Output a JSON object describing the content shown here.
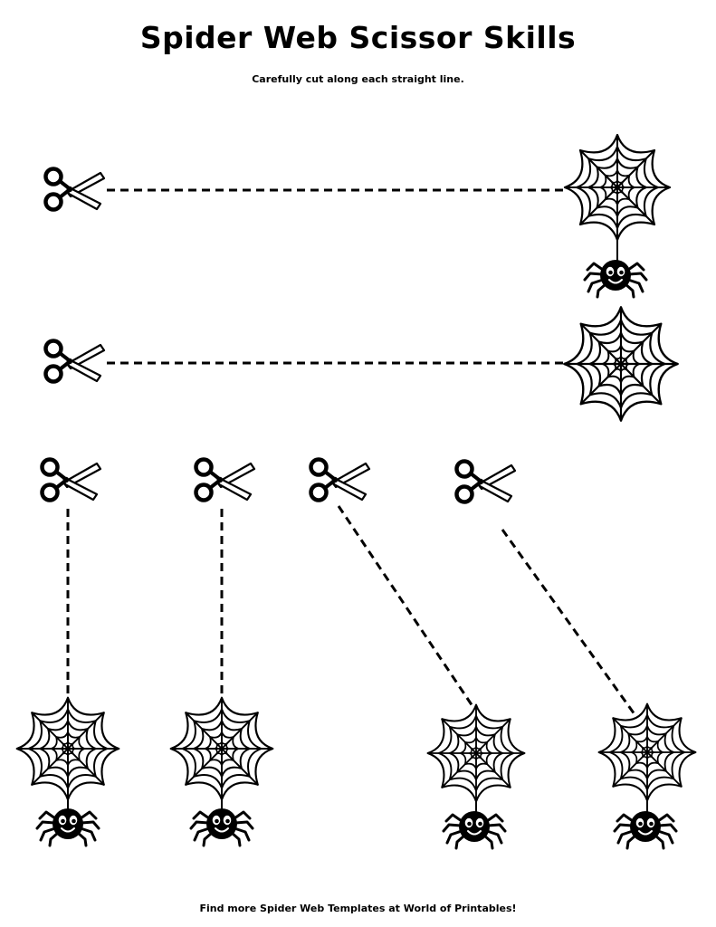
{
  "worksheet": {
    "title": "Spider Web Scissor Skills",
    "instructions": "Carefully cut along each straight line.",
    "footer": "Find more Spider Web Templates at World of Printables!"
  },
  "icons": {
    "scissors": "scissors-icon",
    "web": "spider-web-icon",
    "spider": "spider-icon"
  },
  "colors": {
    "ink": "#000000",
    "paper": "#ffffff"
  }
}
